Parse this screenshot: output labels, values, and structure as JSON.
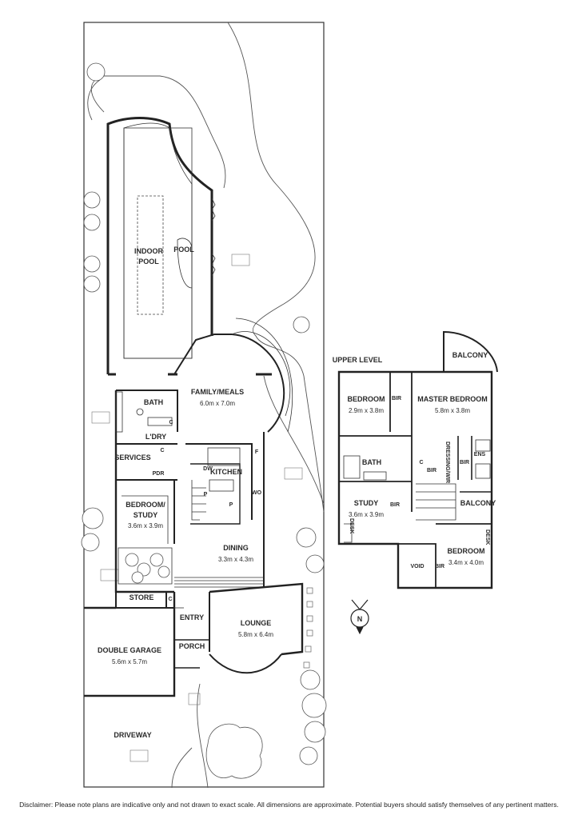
{
  "plan": {
    "upper_level_heading": "UPPER LEVEL",
    "ground": {
      "indoor_pool": {
        "name_line1": "INDOOR",
        "name_line2": "POOL"
      },
      "pool": "POOL",
      "bath": "BATH",
      "laundry": "L'DRY",
      "services": "SERVICES",
      "powder": "PDR",
      "cupboard": "C",
      "family_meals": {
        "name": "FAMILY/MEALS",
        "dims": "6.0m x 7.0m"
      },
      "kitchen": {
        "name": "KITCHEN",
        "dishwasher": "DW",
        "pantry": "P",
        "fridge": "F",
        "wall_oven": "WO"
      },
      "bedroom_study": {
        "name_line1": "BEDROOM/",
        "name_line2": "STUDY",
        "dims": "3.6m x 3.9m"
      },
      "dining": {
        "name": "DINING",
        "dims": "3.3m x 4.3m"
      },
      "store": "STORE",
      "entry": "ENTRY",
      "lounge": {
        "name": "LOUNGE",
        "dims": "5.8m x 6.4m"
      },
      "double_garage": {
        "name": "DOUBLE GARAGE",
        "dims": "5.6m x 5.7m"
      },
      "porch": "PORCH",
      "driveway": "DRIVEWAY"
    },
    "upper": {
      "balcony_top": "BALCONY",
      "bedroom_1": {
        "name": "BEDROOM",
        "dims": "2.9m x 3.8m"
      },
      "bir": "BIR",
      "master_bedroom": {
        "name": "MASTER BEDROOM",
        "dims": "5.8m x 3.8m"
      },
      "bath": "BATH",
      "cupboard": "C",
      "dressing_wir": "DRESSING/WIR",
      "ensuite": "ENS",
      "study": {
        "name": "STUDY",
        "dims": "3.6m x 3.9m"
      },
      "desk": "DESK",
      "balcony_side": "BALCONY",
      "bedroom_2": {
        "name": "BEDROOM",
        "dims": "3.4m x 4.0m"
      },
      "void": "VOID"
    },
    "north_label": "N"
  },
  "disclaimer": "Disclaimer: Please note plans are indicative only and not drawn to exact scale. All dimensions are approximate. Potential buyers should satisfy themselves of any pertinent matters."
}
